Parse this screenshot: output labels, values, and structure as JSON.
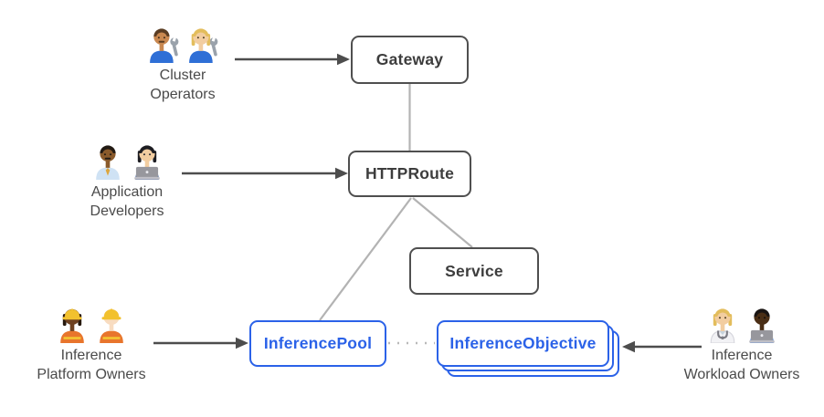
{
  "diagram": {
    "background": "#ffffff",
    "colors": {
      "node_border": "#4f4f4f",
      "node_text": "#3d3d3d",
      "accent_blue": "#2b62e8",
      "connector_gray": "#b3b3b3",
      "arrow_dark": "#4d4d4d",
      "label_text": "#4a4a4a"
    },
    "nodes": [
      {
        "id": "gateway",
        "label": "Gateway",
        "variant": "default"
      },
      {
        "id": "httproute",
        "label": "HTTPRoute",
        "variant": "default"
      },
      {
        "id": "service",
        "label": "Service",
        "variant": "default"
      },
      {
        "id": "inferencepool",
        "label": "InferencePool",
        "variant": "accent"
      },
      {
        "id": "inferenceobjective",
        "label": "InferenceObjective",
        "variant": "accent-stacked",
        "stack_count": 3
      }
    ],
    "personas": [
      {
        "id": "cluster-operators",
        "label": "Cluster Operators",
        "lines": [
          "Cluster",
          "Operators"
        ],
        "icons": [
          "man-mechanic-emoji",
          "woman-mechanic-emoji"
        ],
        "points_to": "Gateway"
      },
      {
        "id": "application-developers",
        "label": "Application Developers",
        "lines": [
          "Application",
          "Developers"
        ],
        "icons": [
          "man-office-worker-emoji",
          "woman-technologist-emoji"
        ],
        "points_to": "HTTPRoute"
      },
      {
        "id": "inference-platform-owners",
        "label": "Inference Platform Owners",
        "lines": [
          "Inference",
          "Platform Owners"
        ],
        "icons": [
          "woman-construction-worker-emoji",
          "man-construction-worker-emoji"
        ],
        "points_to": "InferencePool"
      },
      {
        "id": "inference-workload-owners",
        "label": "Inference Workload Owners",
        "lines": [
          "Inference",
          "Workload Owners"
        ],
        "icons": [
          "health-worker-emoji",
          "man-technologist-emoji"
        ],
        "points_to": "InferenceObjective"
      }
    ],
    "edges": [
      {
        "from": "Gateway",
        "to": "HTTPRoute",
        "style": "solid-gray"
      },
      {
        "from": "HTTPRoute",
        "to": "InferencePool",
        "style": "solid-gray"
      },
      {
        "from": "HTTPRoute",
        "to": "Service",
        "style": "solid-gray"
      },
      {
        "from": "InferencePool",
        "to": "InferenceObjective",
        "style": "dotted-gray"
      },
      {
        "from": "Cluster Operators",
        "to": "Gateway",
        "style": "arrow-dark"
      },
      {
        "from": "Application Developers",
        "to": "HTTPRoute",
        "style": "arrow-dark"
      },
      {
        "from": "Inference Platform Owners",
        "to": "InferencePool",
        "style": "arrow-dark"
      },
      {
        "from": "Inference Workload Owners",
        "to": "InferenceObjective",
        "style": "arrow-dark"
      }
    ]
  }
}
